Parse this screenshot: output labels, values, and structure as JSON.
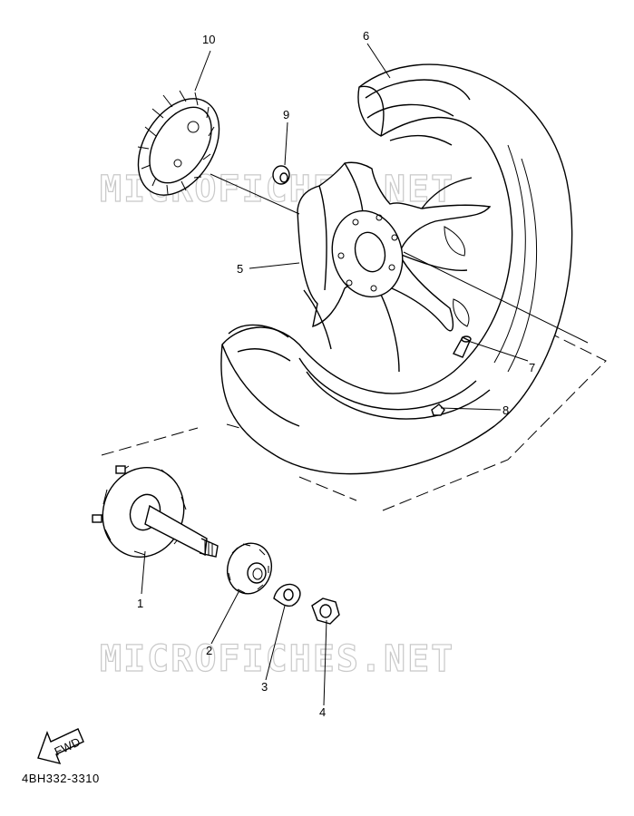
{
  "diagram_code": "4BH332-3310",
  "watermark": "MICROFICHES.NET",
  "direction_arrow": {
    "label": "FWD",
    "icon": "forward-arrow-icon"
  },
  "parts": [
    {
      "number": "1"
    },
    {
      "number": "2"
    },
    {
      "number": "3"
    },
    {
      "number": "4"
    },
    {
      "number": "5"
    },
    {
      "number": "6"
    },
    {
      "number": "7"
    },
    {
      "number": "8"
    },
    {
      "number": "9"
    },
    {
      "number": "10"
    }
  ]
}
